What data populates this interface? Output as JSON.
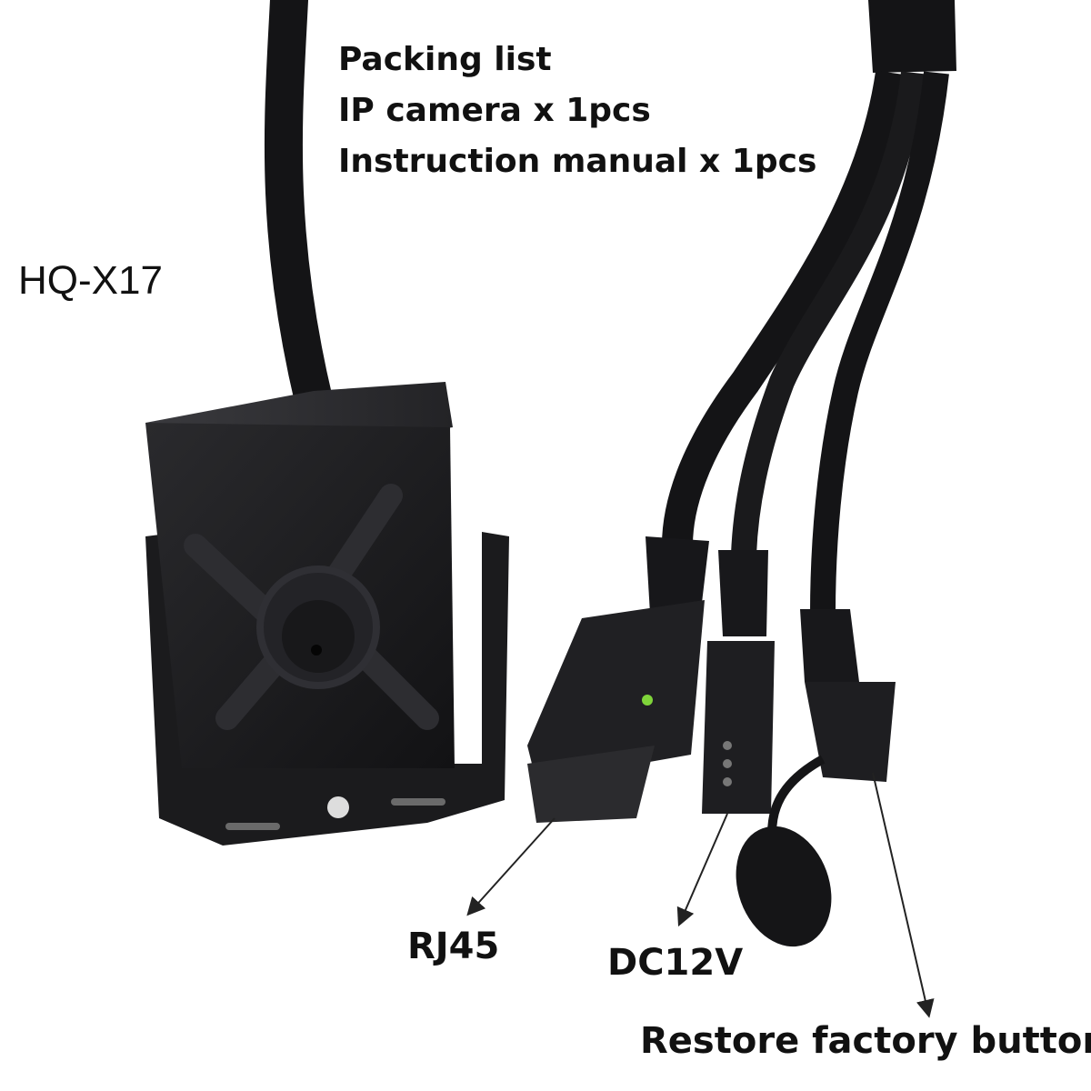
{
  "packing_list": {
    "heading": "Packing list",
    "items": [
      "IP camera x 1pcs",
      "Instruction manual x 1pcs"
    ]
  },
  "model": "HQ-X17",
  "callouts": {
    "rj45": "RJ45",
    "dc12v": "DC12V",
    "restore": "Restore factory button"
  },
  "colors": {
    "background": "#ffffff",
    "text": "#111111",
    "device_body": "#1b1b1d",
    "cable": "#141416",
    "status_led": "#7fd43a"
  }
}
